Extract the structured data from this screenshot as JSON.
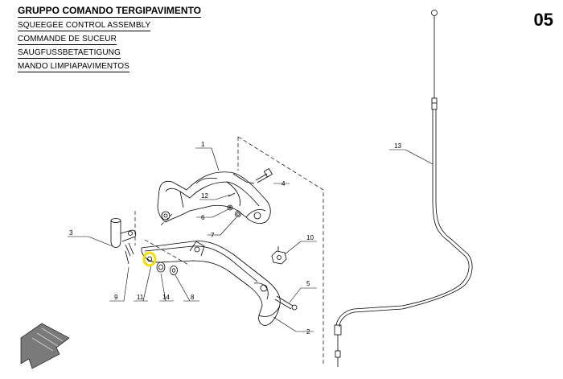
{
  "header": {
    "title_it": "GRUPPO COMANDO TERGIPAVIMENTO",
    "title_en": "SQUEEGEE CONTROL ASSEMBLY",
    "title_fr": "COMMANDE DE SUCEUR",
    "title_de": "SAUGFUSSBETAETIGUNG",
    "title_es": "MANDO LIMPIAPAVIMENTOS"
  },
  "page_number": "05",
  "callouts": [
    "1",
    "2",
    "3",
    "4",
    "5",
    "6",
    "7",
    "8",
    "9",
    "10",
    "11",
    "12",
    "13",
    "14"
  ],
  "colors": {
    "line": "#000000",
    "highlight": "#f0e000"
  }
}
